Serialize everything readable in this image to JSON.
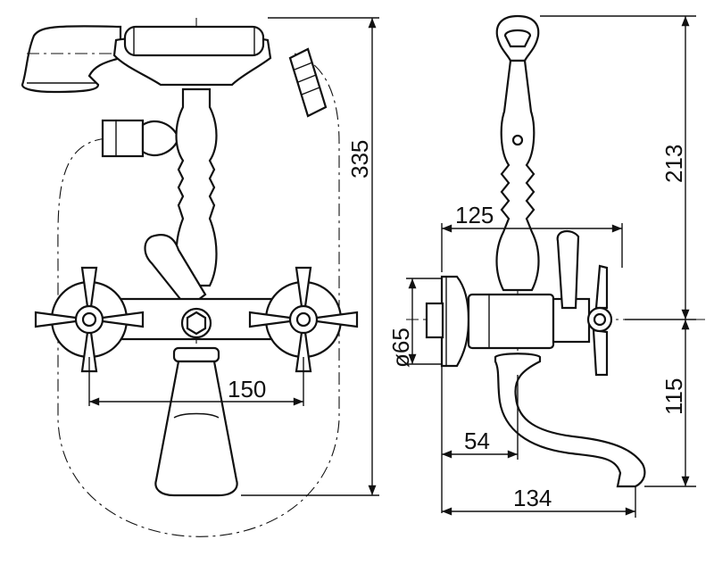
{
  "dimensions": {
    "overall_height": "335",
    "handle_spacing": "150",
    "hook_height": "213",
    "side_width": "125",
    "rosette_diameter": "ø65",
    "spout_height": "115",
    "wall_offset": "54",
    "spout_reach": "134"
  }
}
